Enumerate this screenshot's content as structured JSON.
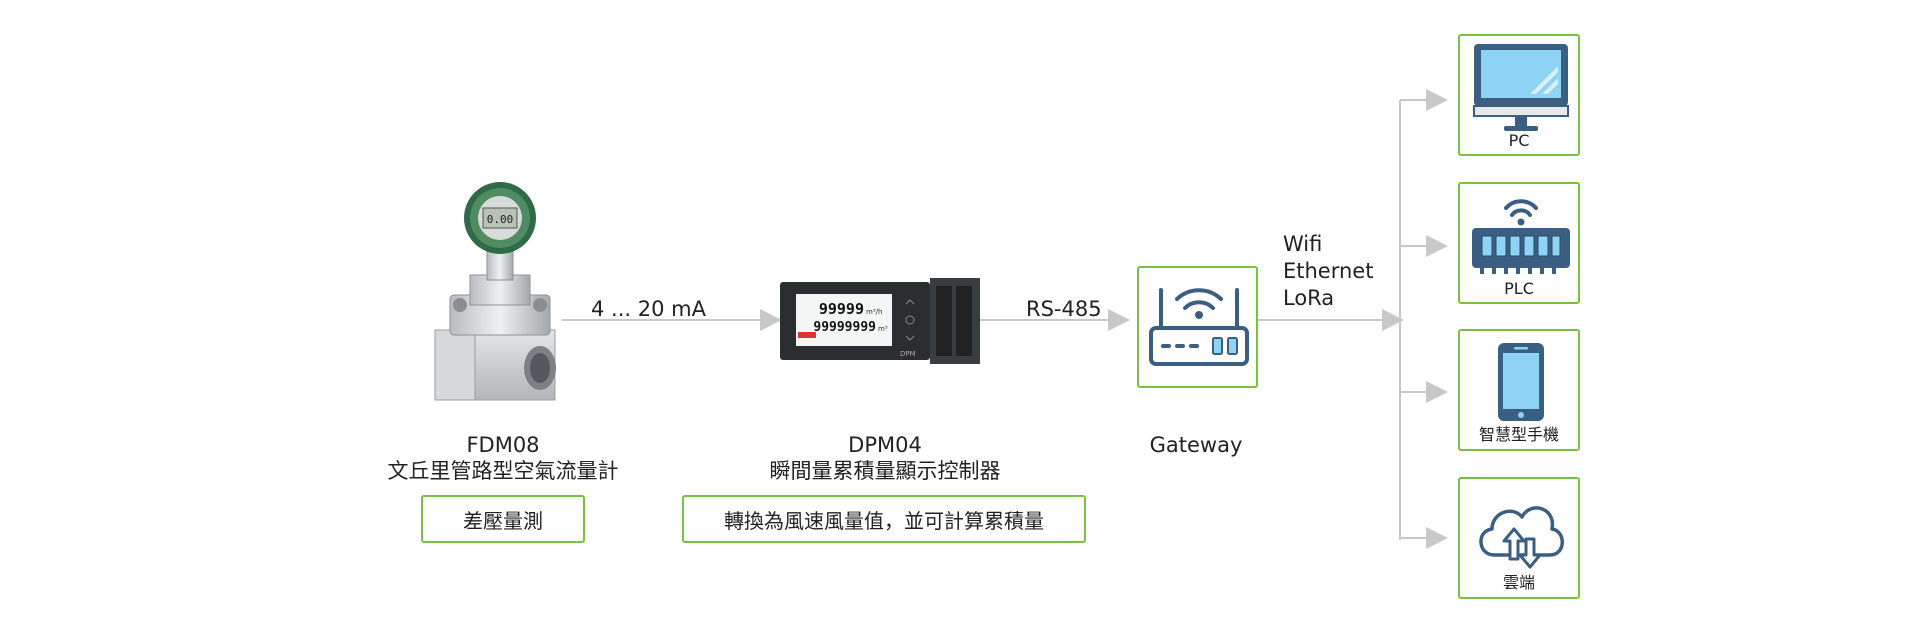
{
  "sensor": {
    "model": "FDM08",
    "name": "文丘里管路型空氣流量計",
    "tag": "差壓量測",
    "display_reading": "0.00"
  },
  "link_sensor_controller": "4 ... 20 mA",
  "controller": {
    "model": "DPM04",
    "name": "瞬間量累積量顯示控制器",
    "tag": "轉換為風速風量值，並可計算累積量",
    "display_line1": "99999",
    "display_unit1": "m³/h",
    "display_line2": "99999999",
    "display_unit2": "m³",
    "brand": "DPM"
  },
  "link_controller_gateway": "RS-485",
  "gateway": {
    "label": "Gateway"
  },
  "protocols": [
    "Wifi",
    "Ethernet",
    "LoRa"
  ],
  "endpoints": [
    {
      "label": "PC",
      "icon": "monitor-icon"
    },
    {
      "label": "PLC",
      "icon": "plc-icon"
    },
    {
      "label": "智慧型手機",
      "icon": "smartphone-icon"
    },
    {
      "label": "雲端",
      "icon": "cloud-icon"
    }
  ],
  "colors": {
    "accent": "#7cc043",
    "arrow": "#c8c8c8",
    "icon_blue": "#3b5f82",
    "icon_light": "#8fd3f4"
  }
}
